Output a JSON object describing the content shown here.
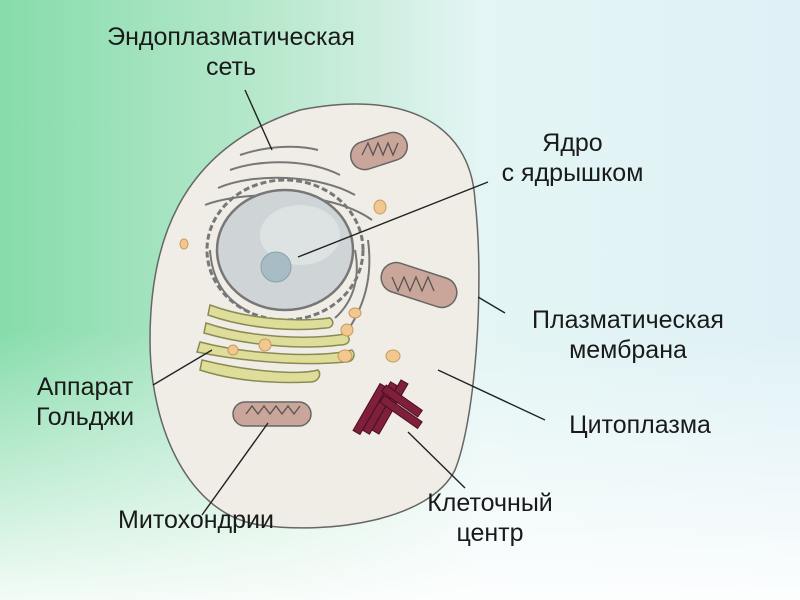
{
  "labels": {
    "er": [
      "Эндоплазматическая",
      "сеть"
    ],
    "nucleus": [
      "Ядро",
      "с ядрышком"
    ],
    "membrane": [
      "Плазматическая",
      "мембрана"
    ],
    "golgi": [
      "Аппарат",
      "Гольджи"
    ],
    "cytoplasm": [
      "Цитоплазма"
    ],
    "mitochondria": [
      "Митохондрии"
    ],
    "centrosome": [
      "Клеточный",
      "центр"
    ]
  },
  "colors": {
    "cell_fill": "#efede6",
    "outline": "#666666",
    "golgi": "#dede9a",
    "mitochondria": "#c9a59a",
    "centrosome": "#7e1f3b",
    "nucleus": "#cfd5d6",
    "nucleolus": "#a7bcc4",
    "vesicle": "#f0c890"
  }
}
